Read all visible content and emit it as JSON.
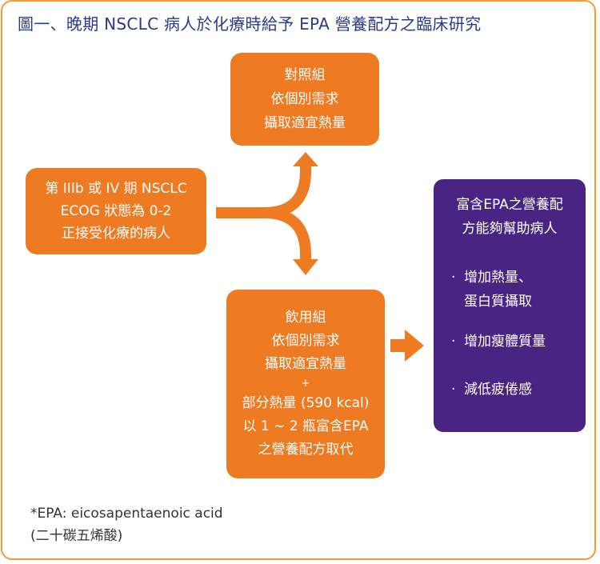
{
  "title": "圖一、晚期 NSCLC 病人於化療時給予 EPA 營養配方之臨床研究",
  "patient_box": {
    "line1": "第 IIIb 或 IV 期 NSCLC",
    "line2": "ECOG 狀態為 0-2",
    "line3": "正接受化療的病人"
  },
  "control_box": {
    "line1": "對照組",
    "line2": "依個別需求",
    "line3": "攝取適宜熱量"
  },
  "treatment_box": {
    "line1": "飲用組",
    "line2": "依個別需求",
    "line3": "攝取適宜熱量",
    "plus": "+",
    "line4": "部分熱量 (590 kcal)",
    "line5": "以 1 ~ 2 瓶富含EPA",
    "line6": "之營養配方取代"
  },
  "result_box": {
    "head1": "富含EPA之營養配",
    "head2": "方能夠幫助病人",
    "bullet": "·",
    "benefit1_a": "增加熱量、",
    "benefit1_b": "蛋白質攝取",
    "benefit2": "增加瘦體質量",
    "benefit3": "減低疲倦感"
  },
  "footnote": {
    "line1": "*EPA: eicosapentaenoic acid",
    "line2": "(二十碳五烯酸)"
  },
  "colors": {
    "orange": "#ee7a22",
    "purple": "#4a2483",
    "title": "#2b3a8c",
    "border": "#f39a3c"
  }
}
